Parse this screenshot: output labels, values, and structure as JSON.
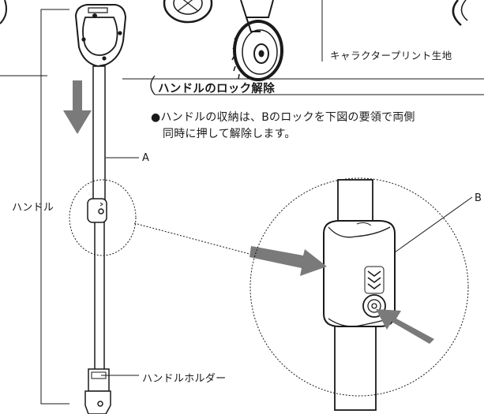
{
  "labels": {
    "print_fabric": "キャラクタープリント生地",
    "section_title": "ハンドルのロック解除",
    "instruction_line1": "●ハンドルの収納は、Bのロックを下図の要領で両側",
    "instruction_line2": "同時に押して解除します。",
    "label_a": "A",
    "label_handle": "ハンドル",
    "label_b": "B",
    "label_handle_holder": "ハンドルホルダー"
  },
  "colors": {
    "line": "#1a1a1a",
    "arrow_gray": "#7a7a7a",
    "part_gray": "#d9d9d9"
  },
  "icons": {
    "push_arrow": "arrow-icon",
    "lock_ridges": "chevron-icon"
  }
}
